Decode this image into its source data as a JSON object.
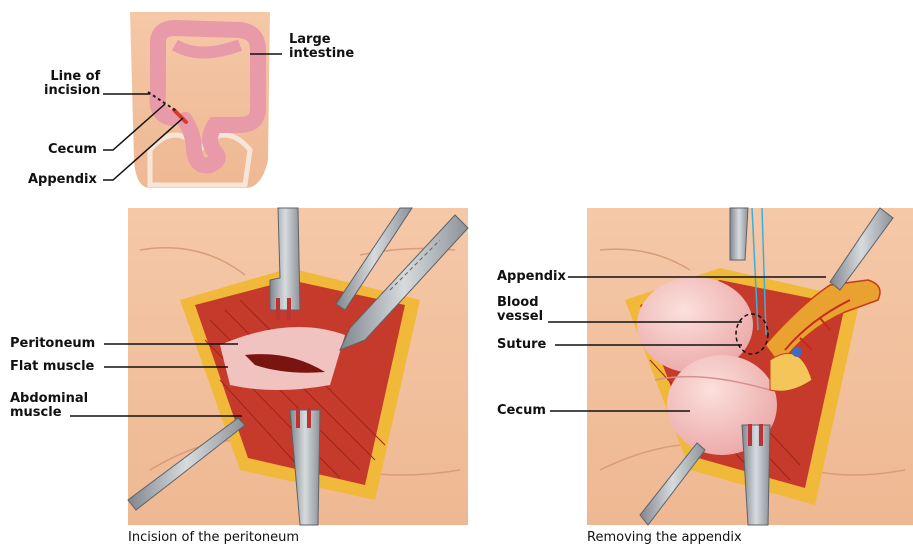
{
  "top_panel": {
    "labels": {
      "large_intestine": "Large\nintestine",
      "line_of_incision": "Line of\nincision",
      "cecum": "Cecum",
      "appendix": "Appendix"
    }
  },
  "left_panel": {
    "labels": {
      "peritoneum": "Peritoneum",
      "flat_muscle": "Flat muscle",
      "abdominal_muscle": "Abdominal\nmuscle"
    },
    "caption": "Incision of the peritoneum"
  },
  "right_panel": {
    "labels": {
      "appendix": "Appendix",
      "blood_vessel": "Blood\nvessel",
      "suture": "Suture",
      "cecum": "Cecum"
    },
    "caption": "Removing the appendix"
  },
  "colors": {
    "skin": "#f3c4a4",
    "tissue_red": "#c63a2c",
    "fat_yellow": "#f0b93a",
    "peritoneum_pink": "#f0c2c0",
    "instrument_gray": "#9aa0a6",
    "intestine_pink": "#e89aa8"
  }
}
